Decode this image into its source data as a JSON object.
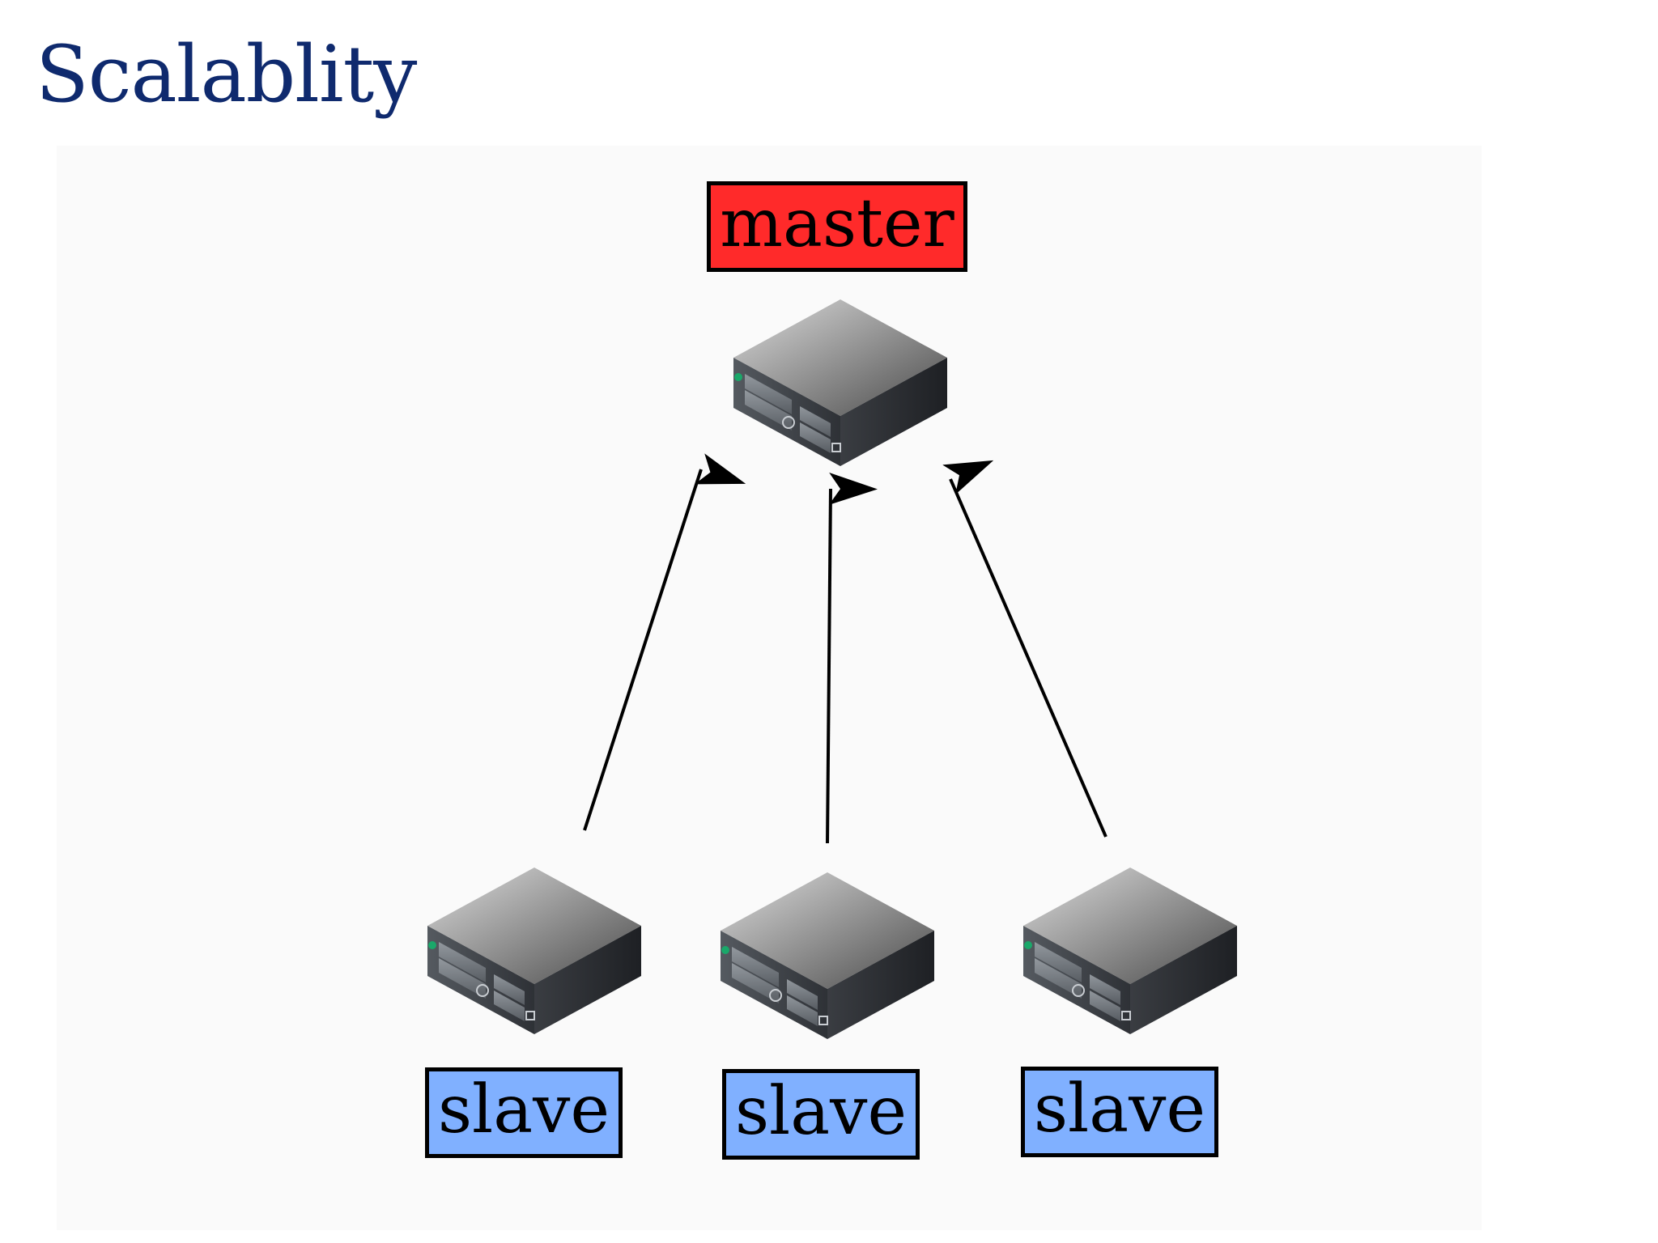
{
  "slide": {
    "title": "Scalablity"
  },
  "diagram": {
    "master": {
      "label": "master",
      "color": "#ff2a2a"
    },
    "slaves": [
      {
        "label": "slave",
        "color": "#80b0ff"
      },
      {
        "label": "slave",
        "color": "#80b0ff"
      },
      {
        "label": "slave",
        "color": "#80b0ff"
      }
    ],
    "edges": [
      {
        "from": "slave-1",
        "to": "master"
      },
      {
        "from": "slave-2",
        "to": "master"
      },
      {
        "from": "slave-3",
        "to": "master"
      }
    ]
  }
}
